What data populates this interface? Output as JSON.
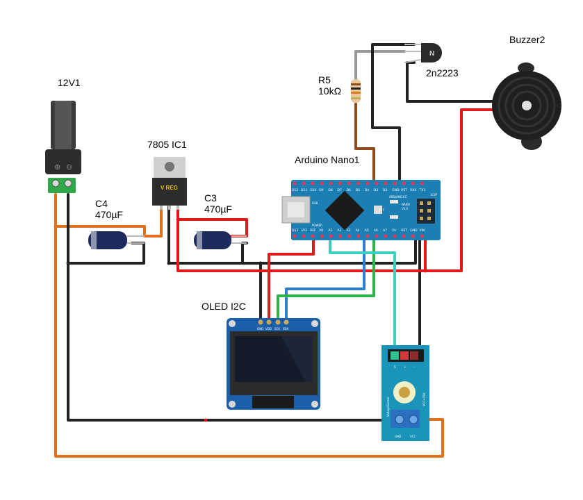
{
  "components": {
    "dc_jack": {
      "ref": "12V1",
      "plus": "⊕",
      "minus": "⊖"
    },
    "c4": {
      "ref": "C4",
      "value": "470µF"
    },
    "regulator": {
      "ref": "7805 IC1",
      "marking": "V REG"
    },
    "c3": {
      "ref": "C3",
      "value": "470µF"
    },
    "arduino": {
      "ref": "Arduino Nano1",
      "top_pins": [
        "D12",
        "D11",
        "D10",
        "D9",
        "D8",
        "D7",
        "D6",
        "D5",
        "D4",
        "D3",
        "D2",
        "GND",
        "RST",
        "RX0",
        "TX1"
      ],
      "bottom_pins": [
        "D13",
        "3V3",
        "REF",
        "A0",
        "A1",
        "A2",
        "A3",
        "A4",
        "A5",
        "A6",
        "A7",
        "5V",
        "RST",
        "GND",
        "VIN"
      ],
      "board_text": [
        "ARDUINO.CC",
        "NANO",
        "V3.0",
        "ICSP",
        "RST",
        "POWER",
        "USB"
      ]
    },
    "resistor": {
      "ref": "R5",
      "value": "10kΩ"
    },
    "transistor": {
      "ref": "2n2223"
    },
    "buzzer": {
      "ref": "Buzzer2"
    },
    "oled": {
      "ref": "OLED I2C",
      "pins": [
        "GND",
        "VDD",
        "SCK",
        "SDA"
      ]
    },
    "voltage_sensor": {
      "name": "VoltageSensor",
      "vcc_note": "VCC<25V",
      "pins": [
        "S",
        "+",
        "-"
      ],
      "terminals": [
        "GND",
        "VCC"
      ]
    }
  },
  "wire_colors": {
    "black": "#222222",
    "red": "#e0191b",
    "orange": "#e0701e",
    "blue": "#2e7fd0",
    "green": "#2db34a",
    "cyan": "#3ccfc1",
    "brown": "#8e4a1a",
    "gray": "#9a9a9a"
  }
}
